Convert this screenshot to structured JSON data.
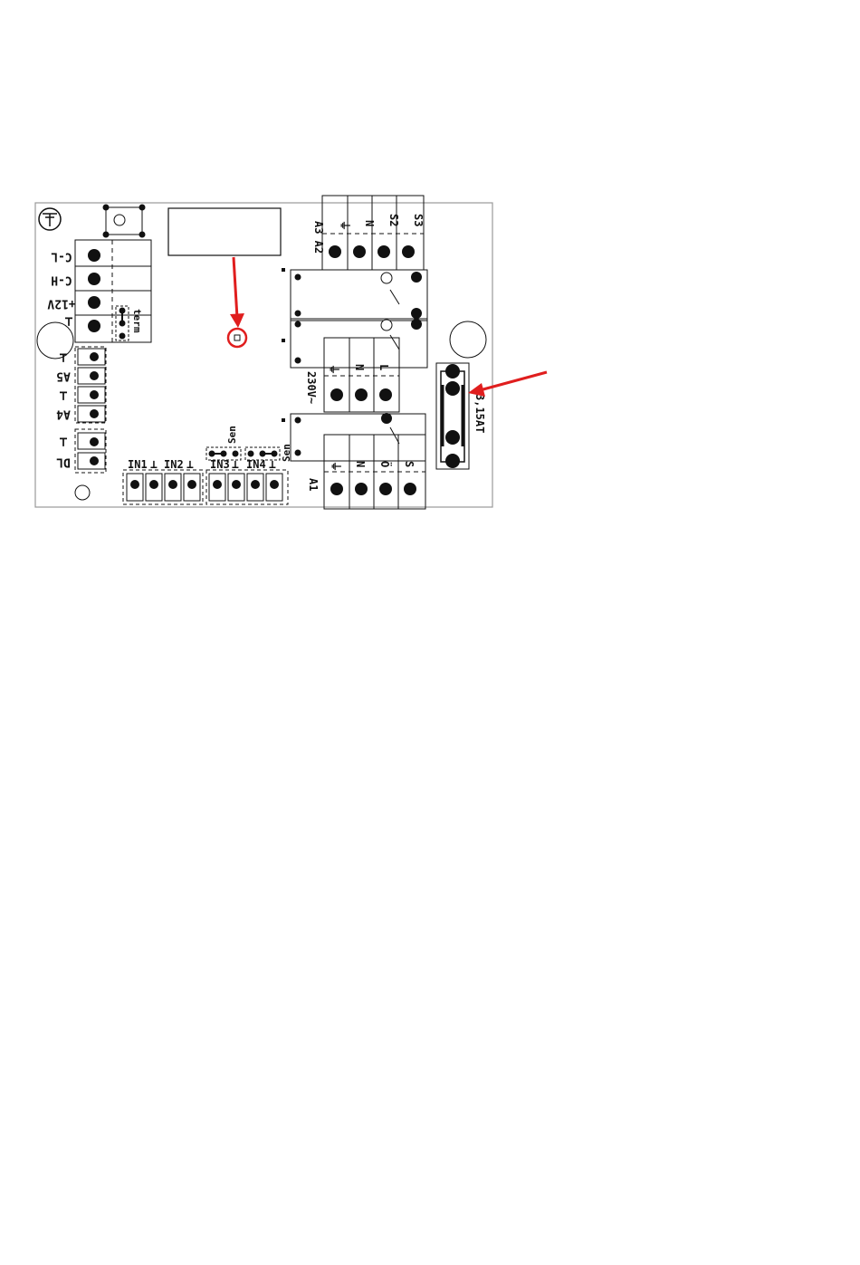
{
  "labels": {
    "can_low": "C-L",
    "can_high": "C-H",
    "plus12v": "+12V",
    "gnd": "⊥",
    "term": "term",
    "a5": "A5",
    "a4": "A4",
    "dl": "DL",
    "in1": "IN1",
    "in2": "IN2",
    "in3": "IN3",
    "in4": "IN4",
    "sen": "Sen",
    "a3_a2": "A3 A2",
    "earth": "⏚",
    "n": "N",
    "s2": "S2",
    "s3": "S3",
    "mains": "230V~",
    "l": "L",
    "a1": "A1",
    "o": "Ö",
    "s": "S",
    "fuse": "3,15AT"
  },
  "colors": {
    "outline": "#111111",
    "arrow": "#e01e1e",
    "board_fill": "#ffffff"
  }
}
